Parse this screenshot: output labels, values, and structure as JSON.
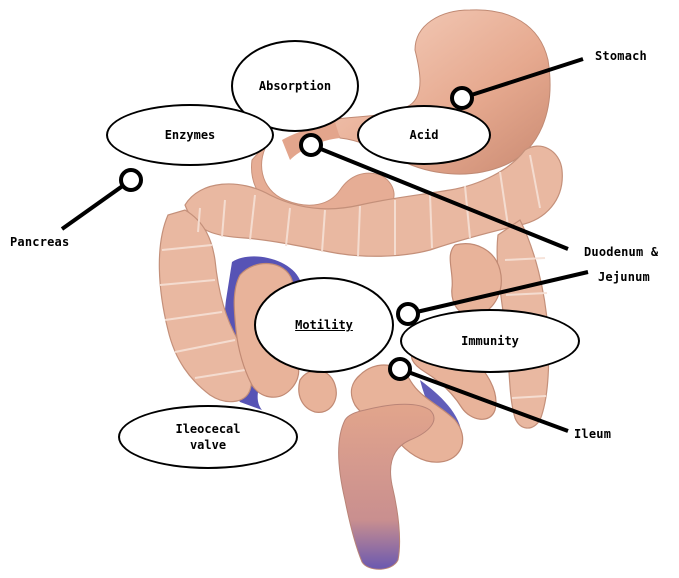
{
  "organs": {
    "stomach": "Stomach",
    "pancreas": "Pancreas",
    "duodenum_line1": "Duodenum &",
    "duodenum_line2": "Jejunum",
    "ileum": "Ileum"
  },
  "functions": {
    "absorption": "Absorption",
    "enzymes": "Enzymes",
    "acid": "Acid",
    "motility": "Motility",
    "immunity": "Immunity",
    "ileocecal_line1": "Ileocecal",
    "ileocecal_line2": "valve"
  },
  "colors": {
    "intestine": "#e8b39a",
    "intestine_shadow": "#c98f78",
    "intestine_highlight": "#f6d6c4",
    "colon_band": "#f3dccf",
    "mesentery": "#3a35a8",
    "rectum_tip": "#5a4fa8",
    "line": "#000000"
  }
}
